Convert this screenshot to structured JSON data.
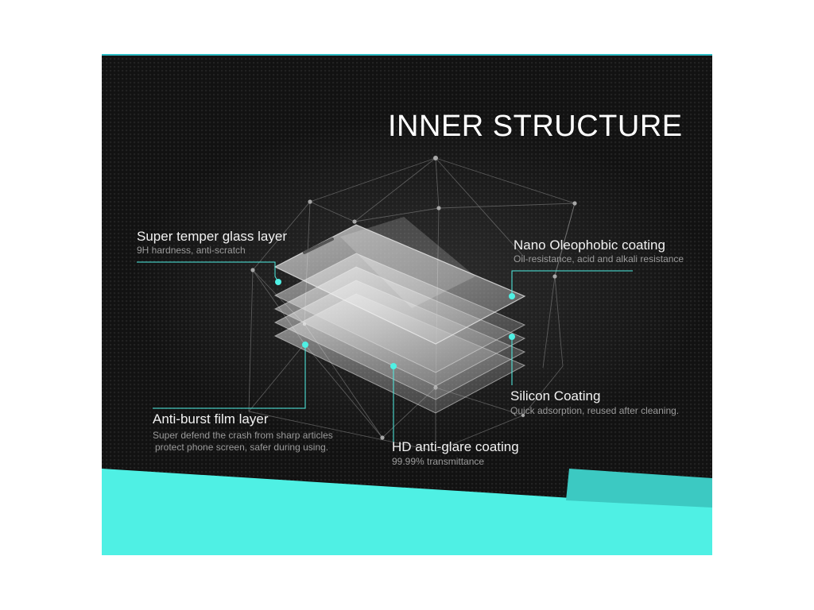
{
  "heading": "INNER STRUCTURE",
  "colors": {
    "accent": "#4ff0e4",
    "accent_dark": "#3cc9c2",
    "background": "#121212"
  },
  "labels": {
    "super_temper_glass": {
      "title": "Super temper glass layer",
      "desc": "9H hardness, anti-scratch"
    },
    "nano_oleophobic": {
      "title": "Nano Oleophobic coating",
      "desc": "Oil-resistance, acid and alkali resistance"
    },
    "silicon_coating": {
      "title": "Silicon Coating",
      "desc": "Quick adsorption, reused after cleaning."
    },
    "anti_burst_film": {
      "title": "Anti-burst film layer",
      "desc_lines": [
        "Super defend the crash from sharp articles",
        "protect phone screen, safer during using."
      ]
    },
    "hd_anti_glare": {
      "title": "HD anti-glare coating",
      "desc": "99.99% transmittance"
    }
  }
}
